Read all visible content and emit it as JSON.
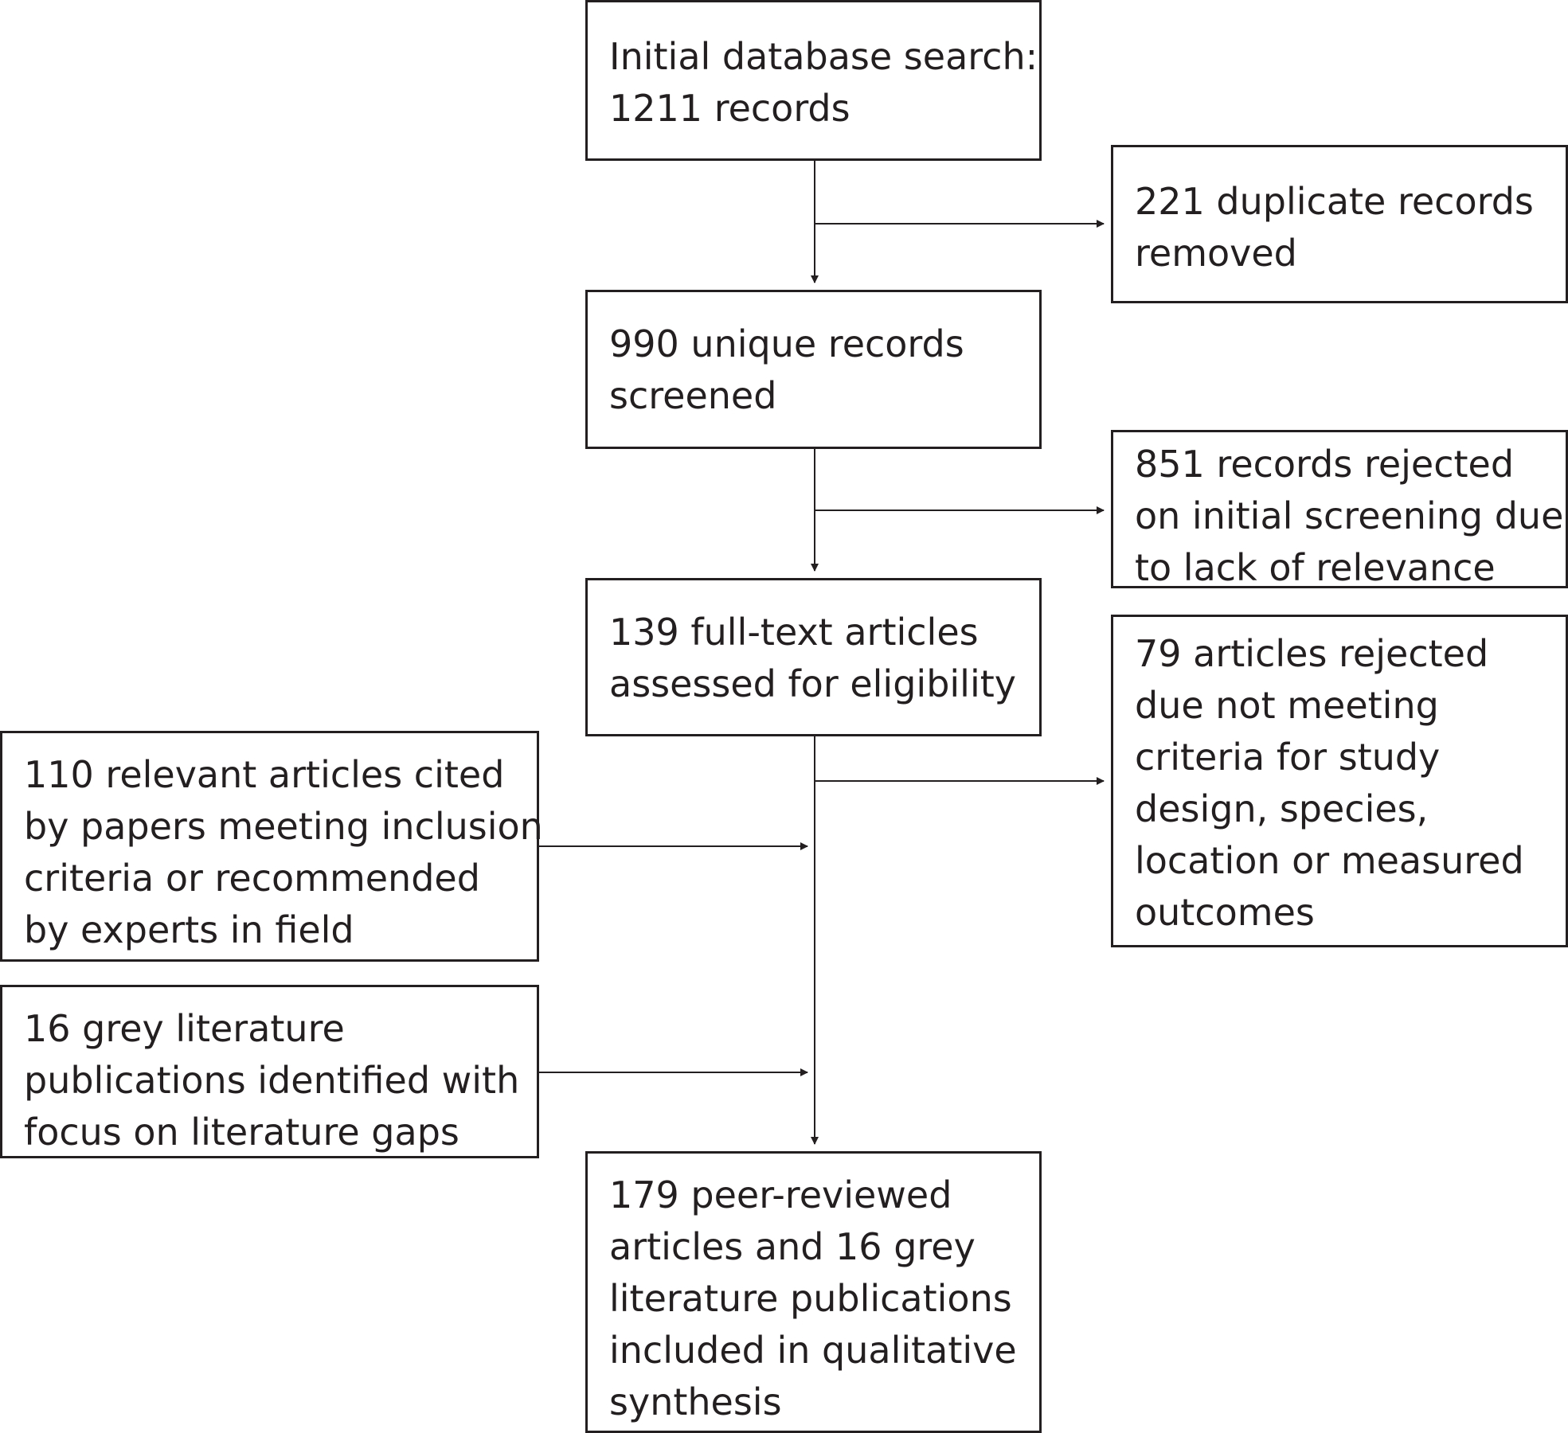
{
  "flowchart": {
    "initial_search": {
      "lines": [
        "Initial database search:",
        "1211 records"
      ]
    },
    "duplicates_removed": {
      "lines": [
        "221 duplicate records",
        "removed"
      ]
    },
    "unique_screened": {
      "lines": [
        "990 unique records",
        "screened"
      ]
    },
    "rejected_screening": {
      "lines": [
        "851 records rejected",
        "on initial screening due",
        "to lack of relevance"
      ]
    },
    "fulltext_assessed": {
      "lines": [
        "139 full-text articles",
        "assessed for eligibility"
      ]
    },
    "rejected_criteria": {
      "lines": [
        "79 articles rejected",
        "due not meeting",
        "criteria for study",
        "design, species,",
        "location or measured",
        "outcomes"
      ]
    },
    "cited_relevant": {
      "lines": [
        "110 relevant articles cited",
        "by papers meeting inclusion",
        "criteria or recommended",
        "by experts in field"
      ]
    },
    "grey_literature": {
      "lines": [
        "16 grey literature",
        "publications identified with",
        "focus on literature gaps"
      ]
    },
    "included": {
      "lines": [
        "179 peer-reviewed",
        "articles and 16 grey",
        "literature publications",
        "included in qualitative",
        "synthesis"
      ]
    }
  },
  "colors": {
    "stroke": "#231f20",
    "background": "#ffffff"
  }
}
